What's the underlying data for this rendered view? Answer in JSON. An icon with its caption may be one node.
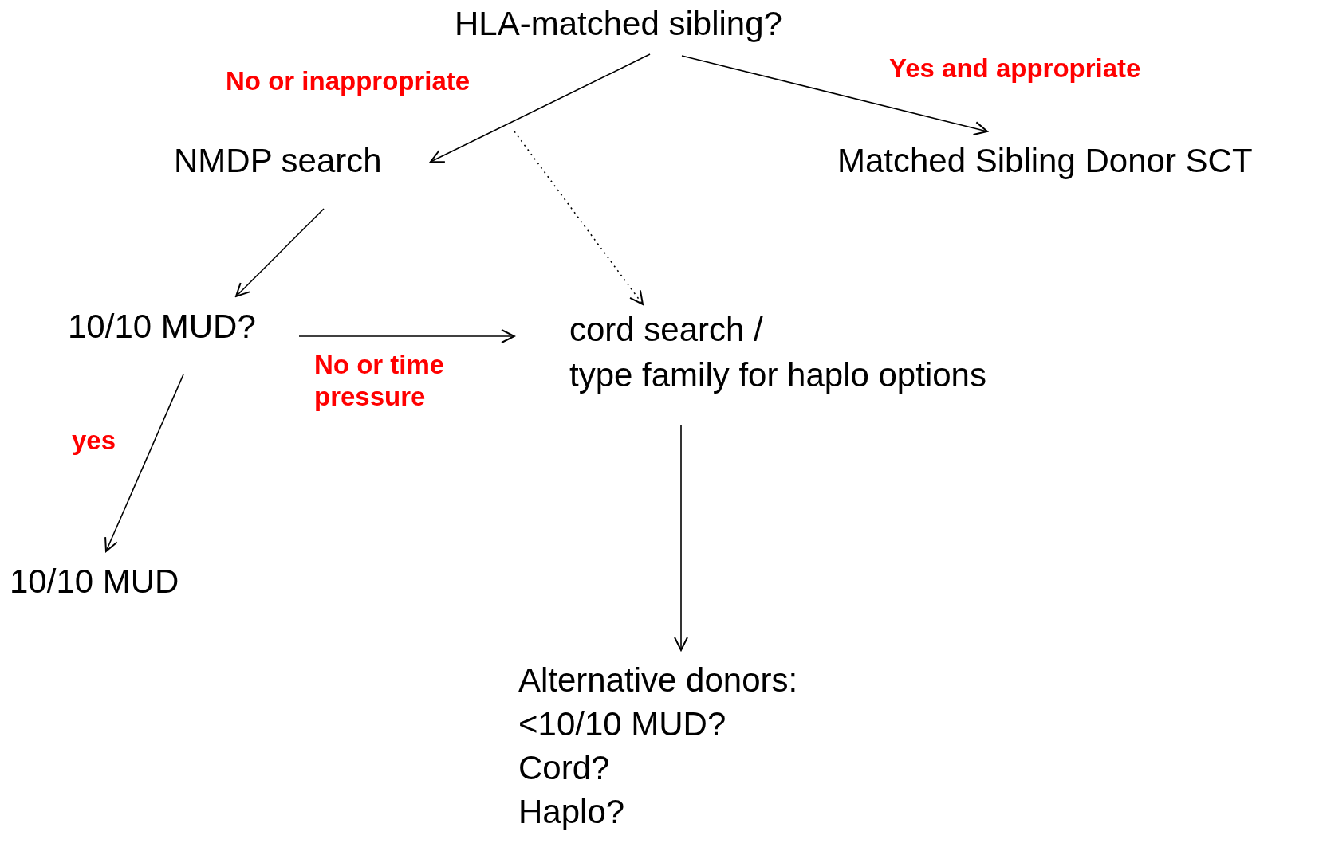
{
  "diagram": {
    "nodes": [
      {
        "text": [
          "HLA-matched sibling?"
        ]
      },
      {
        "text": [
          "NMDP search"
        ]
      },
      {
        "text": [
          "Matched Sibling Donor SCT"
        ]
      },
      {
        "text": [
          "10/10 MUD?"
        ]
      },
      {
        "text": [
          "cord search /",
          "type family for haplo options"
        ]
      },
      {
        "text": [
          "10/10 MUD"
        ]
      },
      {
        "text": [
          "Alternative donors:",
          "<10/10 MUD?",
          "Cord?",
          "Haplo?"
        ]
      }
    ],
    "edges": [
      {
        "from": 0,
        "to": 1,
        "arrow": "to",
        "label": "No or inappropriate"
      },
      {
        "from": 0,
        "to": 2,
        "arrow": "to",
        "label": "Yes and appropriate"
      },
      {
        "from": 0,
        "to": 4,
        "arrow": "to",
        "style": "dashed"
      },
      {
        "from": 1,
        "to": 3,
        "arrow": "to"
      },
      {
        "from": 3,
        "to": 4,
        "arrow": "to",
        "label": "No or time pressure"
      },
      {
        "from": 3,
        "to": 5,
        "arrow": "to",
        "label": "yes"
      },
      {
        "from": 4,
        "to": 6,
        "arrow": "to"
      }
    ]
  }
}
